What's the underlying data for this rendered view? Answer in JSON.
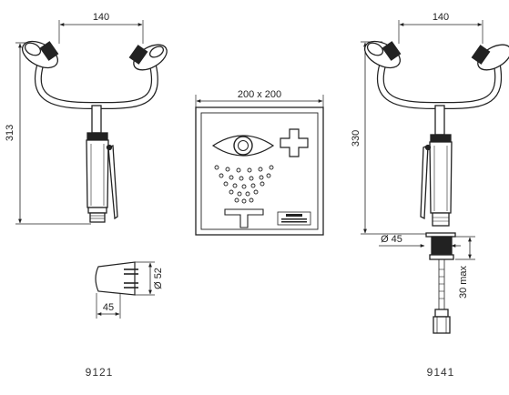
{
  "drawing": {
    "left_unit": {
      "model": "9121",
      "dim_width": "140",
      "dim_height": "313"
    },
    "sign": {
      "dim_size": "200 x 200"
    },
    "nozzle_detail": {
      "dim_diameter": "Ø 52",
      "dim_length": "45"
    },
    "right_unit": {
      "model": "9141",
      "dim_width": "140",
      "dim_height": "330",
      "dim_flange": "Ø 45",
      "dim_thickness": "30 max"
    }
  }
}
